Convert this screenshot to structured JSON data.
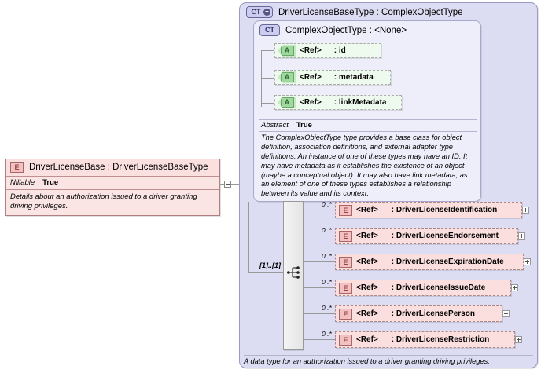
{
  "element_box": {
    "icon": "element-icon",
    "badge_label": "E",
    "title": "DriverLicenseBase : DriverLicenseBaseType",
    "property_key": "Nillable",
    "property_value": "True",
    "description": "Details about an authorization issued to a driver granting driving privileges.",
    "colors": {
      "fill": "#fbe4e4",
      "border": "#b08080",
      "badge": "#f2c2c2"
    }
  },
  "connector": {
    "collapse_toggle": "minus"
  },
  "complex_type_panel": {
    "badge_label": "CT",
    "badge_plus": "+",
    "title": "DriverLicenseBaseType : ComplexObjectType",
    "footer_doc": "A data type for an authorization issued to a driver granting driving privileges.",
    "colors": {
      "fill": "#dcdcf2",
      "border": "#9a9ac4",
      "badge": "#ccccee"
    }
  },
  "base_type_panel": {
    "badge_label": "CT",
    "title": "ComplexObjectType : <None>",
    "colors": {
      "fill": "#eeeefa",
      "border": "#a8a8cc"
    },
    "attributes": [
      {
        "badge_label": "A",
        "ref": "<Ref>",
        "name": ": id"
      },
      {
        "badge_label": "A",
        "ref": "<Ref>",
        "name": ": metadata"
      },
      {
        "badge_label": "A",
        "ref": "<Ref>",
        "name": ": linkMetadata"
      }
    ],
    "abstract_key": "Abstract",
    "abstract_value": "True",
    "abstract_text": "The ComplexObjectType type provides a base class for object definition, association definitions, and external adapter type definitions. An instance of one of these types may have an ID. It may have metadata as it establishes the existence of an object (maybe a conceptual object). It may also have link metadata, as an element of one of these types establishes a relationship between its value and its context."
  },
  "sequence": {
    "compositor_icon": "sequence-icon",
    "multiplicity": "[1]..[1]"
  },
  "elements": [
    {
      "badge_label": "E",
      "ref": "<Ref>",
      "name": ": DriverLicenseIdentification",
      "multiplicity": "0..*",
      "expand": "+"
    },
    {
      "badge_label": "E",
      "ref": "<Ref>",
      "name": ": DriverLicenseEndorsement",
      "multiplicity": "0..*",
      "expand": "+"
    },
    {
      "badge_label": "E",
      "ref": "<Ref>",
      "name": ": DriverLicenseExpirationDate",
      "multiplicity": "0..*",
      "expand": "+"
    },
    {
      "badge_label": "E",
      "ref": "<Ref>",
      "name": ": DriverLicenseIssueDate",
      "multiplicity": "0..*",
      "expand": "+"
    },
    {
      "badge_label": "E",
      "ref": "<Ref>",
      "name": ": DriverLicensePerson",
      "multiplicity": "0..*",
      "expand": "+"
    },
    {
      "badge_label": "E",
      "ref": "<Ref>",
      "name": ": DriverLicenseRestriction",
      "multiplicity": "0..*",
      "expand": "+"
    }
  ]
}
